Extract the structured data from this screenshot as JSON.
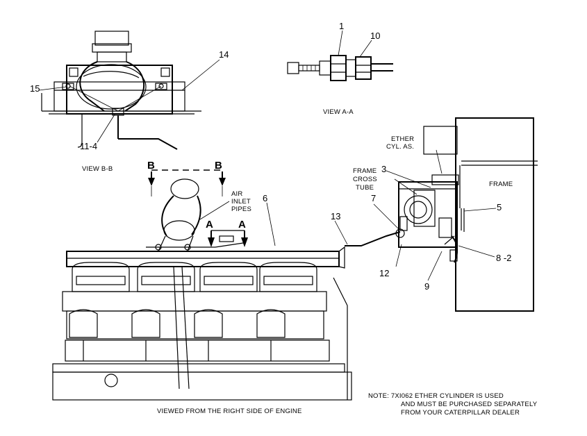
{
  "callouts": {
    "c1": "1",
    "c10": "10",
    "c14": "14",
    "c15": "15",
    "c11_4": "11-4",
    "c3": "3",
    "c6": "6",
    "c7": "7",
    "c13": "13",
    "c5": "5",
    "c8_2": "8 -2",
    "c12": "12",
    "c9": "9"
  },
  "labels": {
    "view_aa": "VIEW  A-A",
    "view_bb": "VIEW  B-B",
    "section_b_left": "B",
    "section_b_right": "B",
    "section_a_left": "A",
    "section_a_right": "A",
    "air_inlet_pipes": [
      "AIR",
      "INLET",
      "PIPES"
    ],
    "ether_cyl": [
      "ETHER",
      "CYL. AS."
    ],
    "frame_cross_tube": [
      "FRAME",
      "CROSS",
      "TUBE"
    ],
    "frame": "FRAME",
    "viewed_from": "VIEWED FROM THE RIGHT SIDE OF ENGINE"
  },
  "note": [
    "NOTE: 7XI062 ETHER CYLINDER IS USED",
    "AND MUST BE PURCHASED SEPARATELY",
    "FROM YOUR CATERPILLAR DEALER"
  ]
}
